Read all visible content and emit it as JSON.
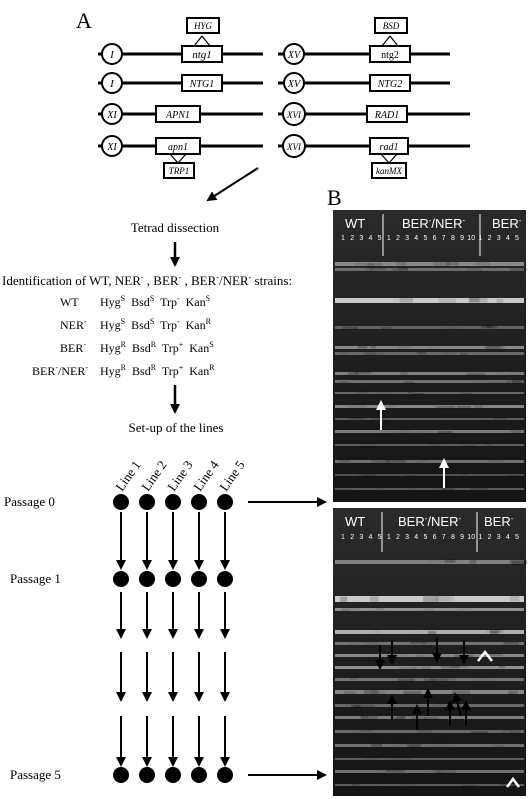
{
  "panel_a": {
    "label": "A",
    "chromosomes_left": [
      {
        "numeral": "I",
        "gene": "ntg1",
        "marker": "HYG"
      },
      {
        "numeral": "I",
        "gene": "NTG1",
        "marker": ""
      },
      {
        "numeral": "XI",
        "gene": "APN1",
        "marker": ""
      },
      {
        "numeral": "XI",
        "gene": "apn1",
        "marker": "TRP1"
      }
    ],
    "chromosomes_right": [
      {
        "numeral": "XV",
        "gene": "ntg2",
        "marker": "BSD"
      },
      {
        "numeral": "XV",
        "gene": "NTG2",
        "marker": ""
      },
      {
        "numeral": "XVI",
        "gene": "RAD1",
        "marker": ""
      },
      {
        "numeral": "XVI",
        "gene": "rad1",
        "marker": "kanMX"
      }
    ],
    "tetrad": "Tetrad dissection",
    "identification": {
      "prefix": "Identification of WT, NER",
      "mid1": " , BER",
      "mid2": " , BER",
      "mid3": "/NER",
      "suffix": " strains:",
      "sup": "-"
    },
    "genotypes": [
      {
        "name": "WT",
        "name_sup": "",
        "hyg": "S",
        "bsd": "S",
        "trp": "-",
        "kan": "S"
      },
      {
        "name": "NER",
        "name_sup": "-",
        "hyg": "S",
        "bsd": "S",
        "trp": "-",
        "kan": "R"
      },
      {
        "name": "BER",
        "name_sup": "-",
        "hyg": "R",
        "bsd": "R",
        "trp": "+",
        "kan": "S"
      },
      {
        "name": "BER",
        "name_sup": "-",
        "name2": "/NER",
        "name2_sup": "-",
        "hyg": "R",
        "bsd": "R",
        "trp": "+",
        "kan": "R"
      }
    ],
    "genotype_words": {
      "hyg": "Hyg",
      "bsd": "Bsd",
      "trp": "Trp",
      "kan": "Kan"
    },
    "setup": "Set-up of the lines",
    "lines": [
      "Line 1",
      "Line 2",
      "Line 3",
      "Line 4",
      "Line 5"
    ],
    "passages": [
      "Passage 0",
      "Passage 1",
      "Passage 5"
    ]
  },
  "panel_b": {
    "label": "B",
    "gel_top": {
      "group_wt": "WT",
      "group_mid": "BER",
      "group_mid_sup1": "-",
      "group_mid2": "/NER",
      "group_mid_sup2": "-",
      "group_right": "BER",
      "group_right_sup": "-",
      "lane_numbers": [
        "1",
        "2",
        "3",
        "4",
        "5",
        "1",
        "2",
        "3",
        "4",
        "5",
        "6",
        "7",
        "8",
        "9",
        "10",
        "1",
        "2",
        "3",
        "4",
        "5"
      ]
    },
    "gel_bottom": {
      "group_wt": "WT",
      "group_mid": "BER",
      "group_mid_sup1": "-",
      "group_mid2": "/NER",
      "group_mid_sup2": "-",
      "group_right": "BER",
      "group_right_sup": "-",
      "lane_numbers": [
        "1",
        "2",
        "3",
        "4",
        "5",
        "1",
        "2",
        "3",
        "4",
        "5",
        "6",
        "7",
        "8",
        "9",
        "10",
        "1",
        "2",
        "3",
        "4",
        "5"
      ]
    }
  },
  "colors": {
    "gel_background": "#1c1c1c",
    "band": "#d8d8d8",
    "ink": "#000000"
  }
}
